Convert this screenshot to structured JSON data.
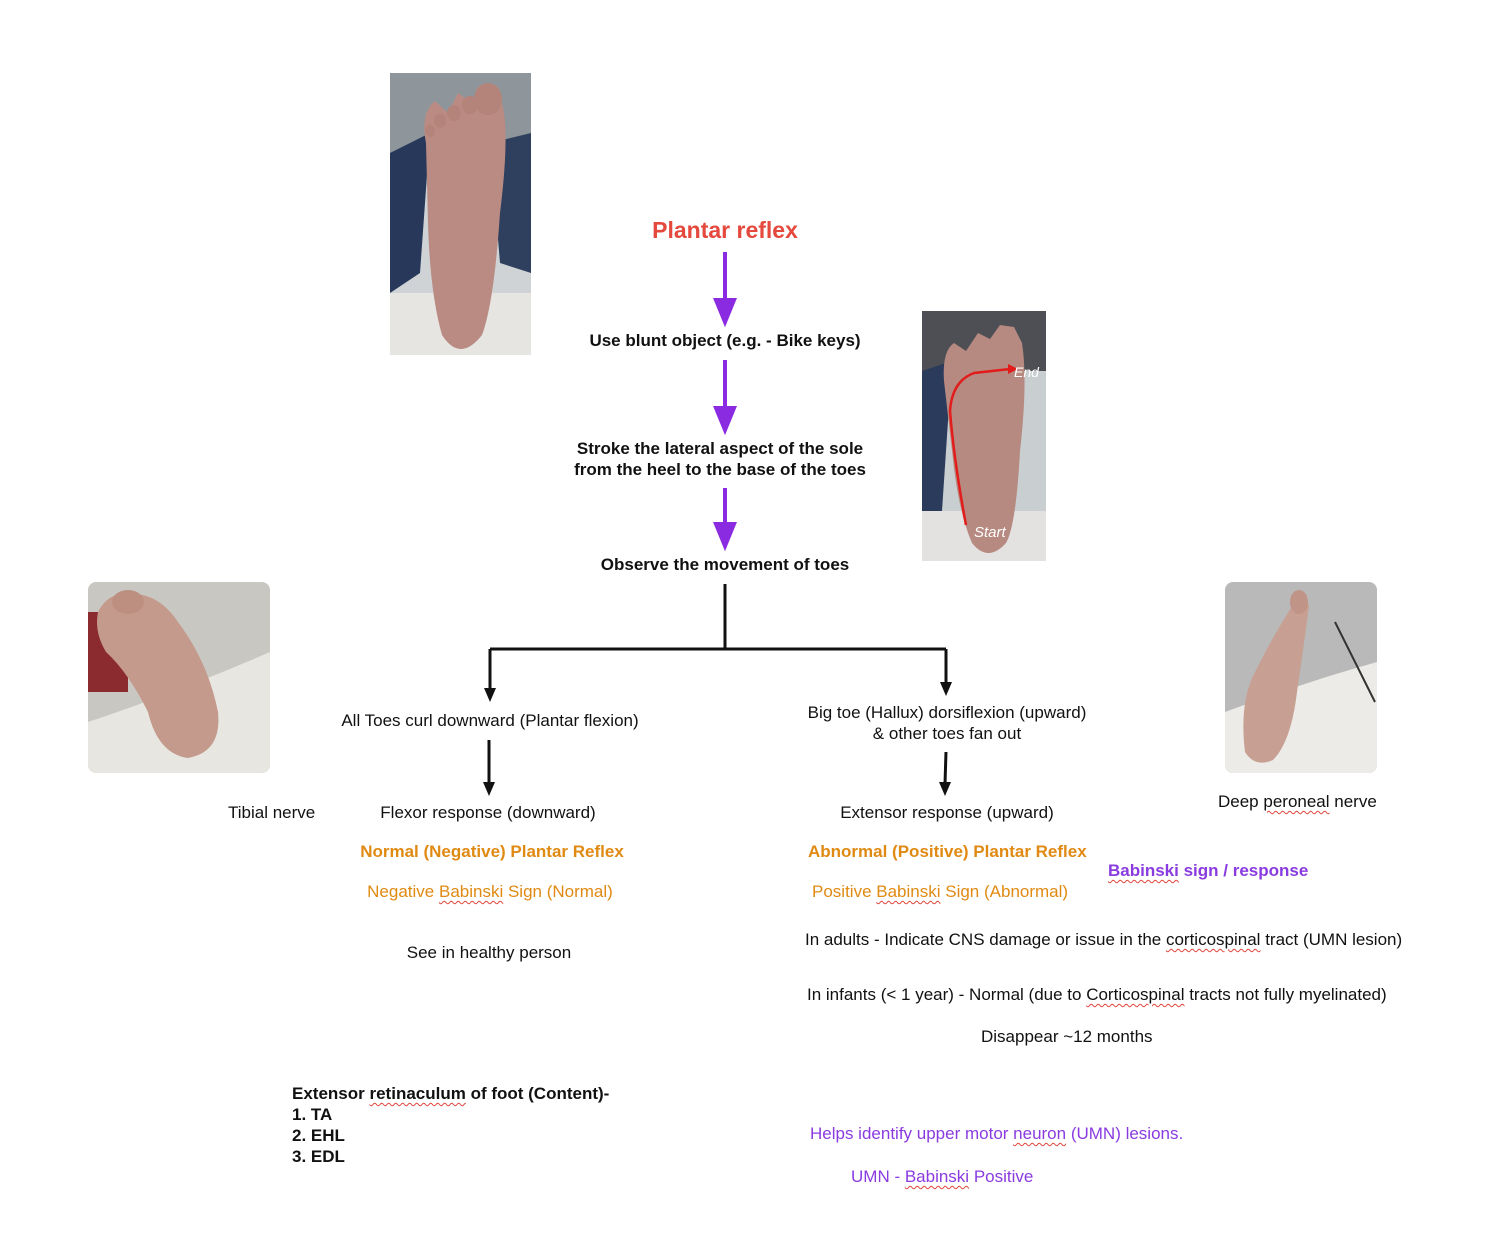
{
  "colors": {
    "title_red": "#e5483d",
    "arrow_purple": "#8a2be2",
    "accent_orange": "#e08a13",
    "accent_purple": "#8a3be0",
    "line_black": "#111111"
  },
  "flow": {
    "title": "Plantar reflex",
    "step1": "Use blunt object (e.g. - Bike keys)",
    "step2_line1": "Stroke the lateral aspect of the sole",
    "step2_line2": "from the heel to the base of the toes",
    "step3": "Observe the movement of toes"
  },
  "left_branch": {
    "observation": "All Toes curl downward (Plantar flexion)",
    "response": "Flexor response (downward)",
    "nerve": "Tibial nerve",
    "reflex_label": "Normal (Negative) Plantar Reflex",
    "sign_pre": "Negative ",
    "sign_word": "Babinski",
    "sign_post": " Sign (Normal)",
    "note": "See in healthy person"
  },
  "right_branch": {
    "observation_line1": "Big toe (Hallux) dorsiflexion (upward)",
    "observation_line2": "& other toes fan out",
    "response": "Extensor response (upward)",
    "nerve_word1": "Deep ",
    "nerve_word2": "peroneal",
    "nerve_word3": " nerve",
    "reflex_label": "Abnormal (Positive) Plantar Reflex",
    "sign_pre": "Positive ",
    "sign_word": "Babinski",
    "sign_post": " Sign (Abnormal)",
    "babinski_word": "Babinski",
    "babinski_rest": " sign / response",
    "adult_pre": "In adults - Indicate CNS damage or issue in the ",
    "adult_word": "corticospinal",
    "adult_post": " tract (UMN lesion)",
    "infant_pre": "In infants (< 1 year) - Normal (due to ",
    "infant_word": "Corticospinal",
    "infant_post": " tracts not fully myelinated)",
    "disappear": "Disappear ~12 months"
  },
  "notes": {
    "retinaculum_pre": "Extensor ",
    "retinaculum_word": "retinaculum",
    "retinaculum_post": " of foot (Content)-",
    "item1": "1. TA",
    "item2": "2. EHL",
    "item3": "3. EDL",
    "umn_pre": "Helps identify upper motor ",
    "umn_word": "neuron",
    "umn_post": " (UMN) lesions.",
    "umn2_pre": "UMN - ",
    "umn2_word": "Babinski",
    "umn2_post": " Positive"
  },
  "photos": {
    "sole_photo_end_label": "End",
    "sole_photo_start_label": "Start"
  }
}
